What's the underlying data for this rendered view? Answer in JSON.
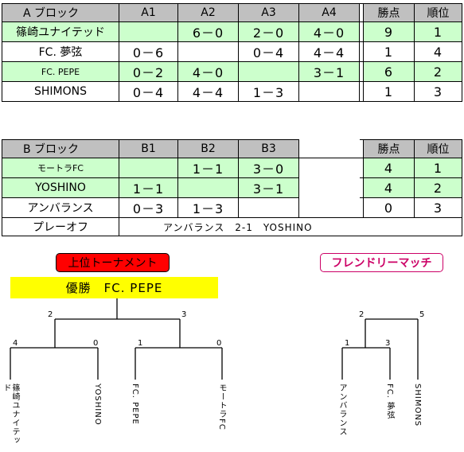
{
  "block_a": {
    "header": {
      "block": "A ブロック",
      "cols": [
        "A1",
        "A2",
        "A3",
        "A4"
      ],
      "points": "勝点",
      "rank": "順位"
    },
    "rows": [
      {
        "team": "篠崎ユナイテッド",
        "scores": [
          "",
          "6－0",
          "2－0",
          "4－0"
        ],
        "points": "9",
        "rank": "1"
      },
      {
        "team": "FC. 夢弦",
        "scores": [
          "0－6",
          "",
          "0－4",
          "4－4"
        ],
        "points": "1",
        "rank": "4"
      },
      {
        "team": "FC. PEPE",
        "scores": [
          "0－2",
          "4－0",
          "",
          "3－1"
        ],
        "points": "6",
        "rank": "2"
      },
      {
        "team": "SHIMONS",
        "scores": [
          "0－4",
          "4－4",
          "1－3",
          ""
        ],
        "points": "1",
        "rank": "3"
      }
    ]
  },
  "block_b": {
    "header": {
      "block": "B ブロック",
      "cols": [
        "B1",
        "B2",
        "B3"
      ],
      "points": "勝点",
      "rank": "順位"
    },
    "rows": [
      {
        "team": "モートラFC",
        "scores": [
          "",
          "1－1",
          "3－0"
        ],
        "points": "4",
        "rank": "1"
      },
      {
        "team": "YOSHINO",
        "scores": [
          "1－1",
          "",
          "3－1"
        ],
        "points": "4",
        "rank": "2"
      },
      {
        "team": "アンバランス",
        "scores": [
          "0－3",
          "1－3",
          ""
        ],
        "points": "0",
        "rank": "3"
      }
    ],
    "playoff": {
      "label": "プレーオフ",
      "result": "アンバランス　2-1　YOSHINO"
    }
  },
  "upper_tournament": {
    "title": "上位トーナメント",
    "winner": "優勝　FC. PEPE",
    "scores": {
      "final_left": "2",
      "final_right": "3",
      "semi1_left": "4",
      "semi1_right": "0",
      "semi2_left": "1",
      "semi2_right": "0"
    },
    "teams": [
      "篠崎ユナイテッド",
      "YOSHINO",
      "FC. PEPE",
      "モートラFC"
    ]
  },
  "friendly_match": {
    "title": "フレンドリーマッチ",
    "scores": {
      "final_left": "2",
      "final_right": "5",
      "semi_left": "1",
      "semi_right": "3"
    },
    "teams": [
      "アンバランス",
      "FC. 夢弦",
      "SHIMONS"
    ]
  }
}
